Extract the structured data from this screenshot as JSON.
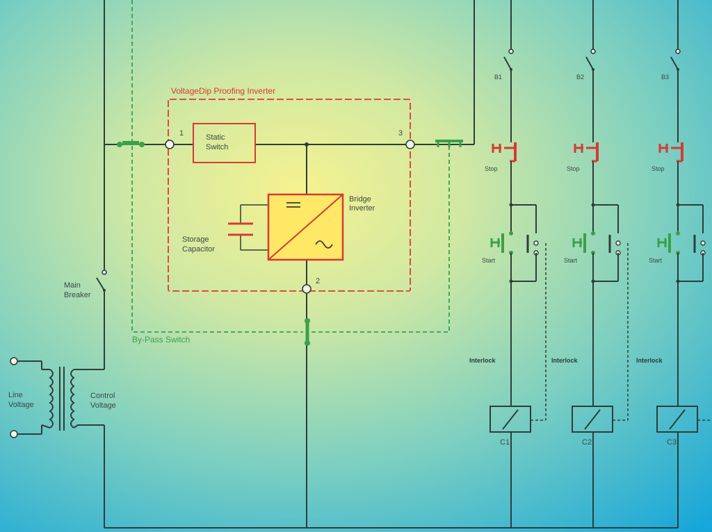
{
  "labels": {
    "voltage_dip_inverter": "VoltageDip Proofing Inverter",
    "static_switch_line1": "Static",
    "static_switch_line2": "Switch",
    "bridge_inverter_line1": "Bridge",
    "bridge_inverter_line2": "Inverter",
    "storage_capacitor_line1": "Storage",
    "storage_capacitor_line2": "Capacitor",
    "main_breaker_line1": "Main",
    "main_breaker_line2": "Breaker",
    "bypass_switch": "By-Pass Switch",
    "line_voltage_line1": "Line",
    "line_voltage_line2": "Voltage",
    "control_voltage_line1": "Control",
    "control_voltage_line2": "Voltage",
    "terminal_1": "1",
    "terminal_2": "2",
    "terminal_3": "3"
  },
  "branches": [
    {
      "breaker": "B1",
      "stop": "Stop",
      "start": "Start",
      "interlock": "Interlock",
      "coil": "C1"
    },
    {
      "breaker": "B2",
      "stop": "Stop",
      "start": "Start",
      "interlock": "Interlock",
      "coil": "C2"
    },
    {
      "breaker": "B3",
      "stop": "Stop",
      "start": "Start",
      "interlock": "Interlock",
      "coil": "C3"
    }
  ],
  "colors": {
    "wire": "#2e3d3a",
    "inverter_outline": "#d63a34",
    "bypass": "#3aa04a",
    "stop_button": "#d63a34",
    "start_button": "#3aa04a",
    "bridge_fill": "#ffe866",
    "background_center": "#f4f08a",
    "background_edge": "#1aa8d8"
  }
}
